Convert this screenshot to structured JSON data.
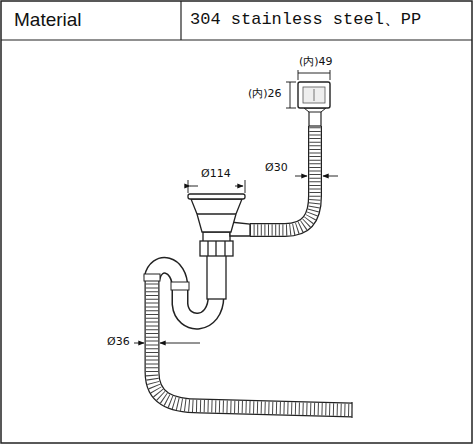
{
  "diagram": {
    "labels": [
      "Material",
      "304 stainless steel、PP",
      "(内)49",
      "(内)26",
      "Ø114",
      "Ø30",
      "Ø36"
    ]
  }
}
